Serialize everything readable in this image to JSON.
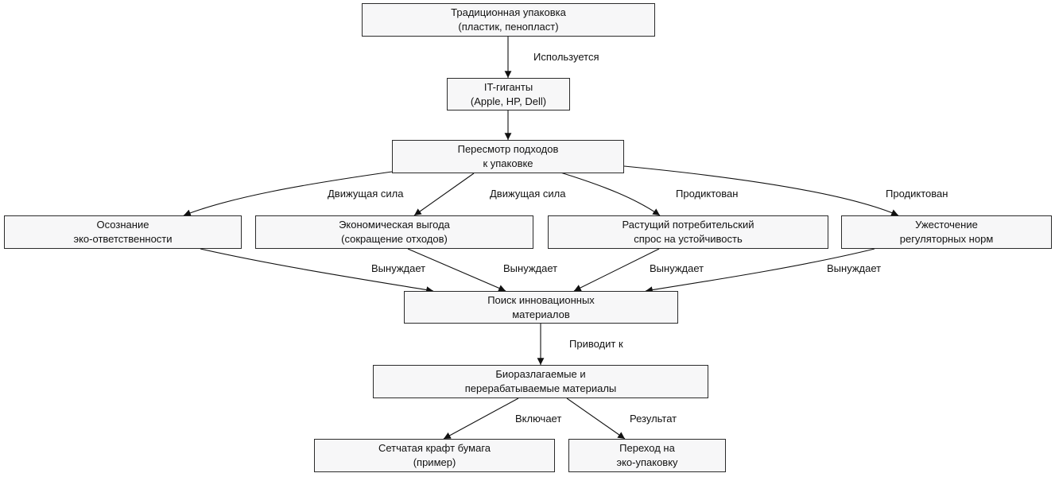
{
  "nodes": {
    "traditional": {
      "line1": "Традиционная упаковка",
      "line2": "(пластик, пенопласт)"
    },
    "it": {
      "line1": "IT-гиганты",
      "line2": "(Apple, HP, Dell)"
    },
    "review": {
      "line1": "Пересмотр подходов",
      "line2": "к упаковке"
    },
    "awareness": {
      "line1": "Осознание",
      "line2": "эко-ответственности"
    },
    "economic": {
      "line1": "Экономическая выгода",
      "line2": "(сокращение отходов)"
    },
    "demand": {
      "line1": "Растущий потребительский",
      "line2": "спрос на устойчивость"
    },
    "regulation": {
      "line1": "Ужесточение",
      "line2": "регуляторных норм"
    },
    "search": {
      "line1": "Поиск инновационных",
      "line2": "материалов"
    },
    "bio": {
      "line1": "Биоразлагаемые и",
      "line2": "перерабатываемые материалы"
    },
    "kraft": {
      "line1": "Сетчатая крафт бумага",
      "line2": "(пример)"
    },
    "transition": {
      "line1": "Переход на",
      "line2": "эко-упаковку"
    }
  },
  "edges": {
    "uses": "Используется",
    "driving_force_1": "Движущая сила",
    "driving_force_2": "Движущая сила",
    "dictated_1": "Продиктован",
    "dictated_2": "Продиктован",
    "forces_1": "Вынуждает",
    "forces_2": "Вынуждает",
    "forces_3": "Вынуждает",
    "forces_4": "Вынуждает",
    "leads_to": "Приводит к",
    "includes": "Включает",
    "result": "Результат"
  }
}
